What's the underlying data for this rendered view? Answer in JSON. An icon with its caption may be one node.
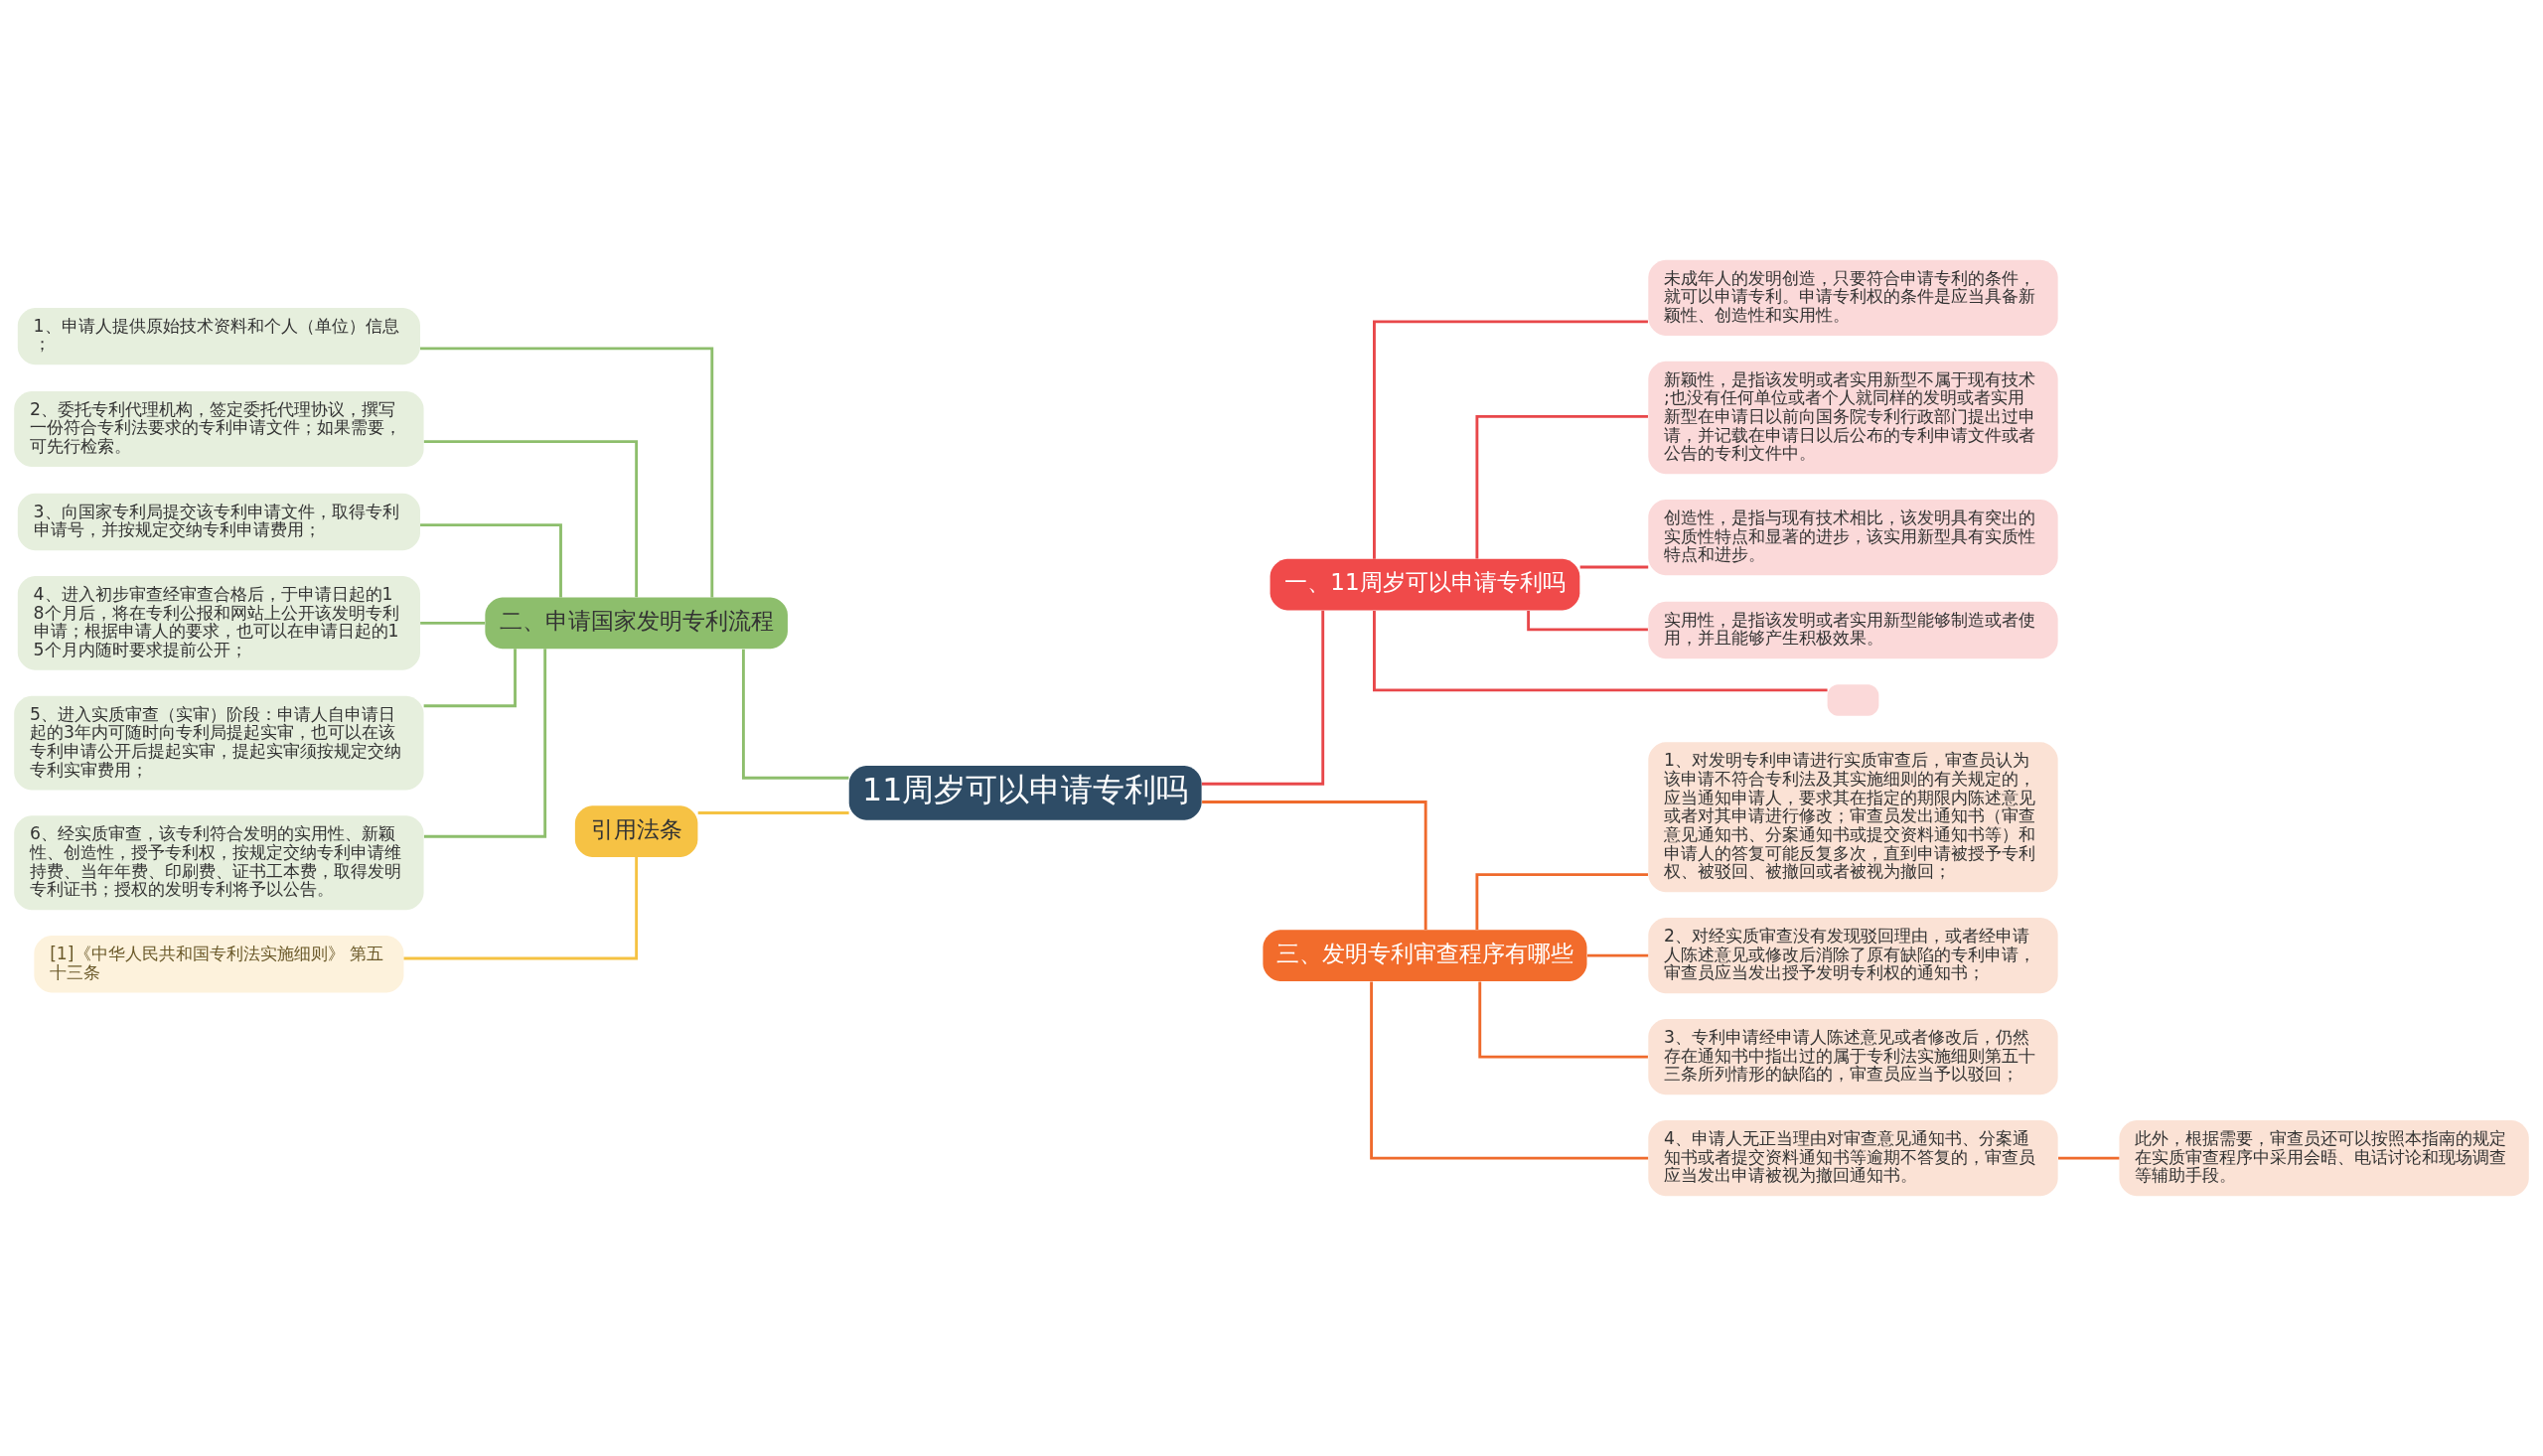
{
  "diagram": {
    "nodes": [
      {
        "text": [
          "11周岁可以申请专利吗"
        ]
      },
      {
        "text": [
          "一、11周岁可以申请专利吗"
        ]
      },
      {
        "text": [
          "未成年人的发明创造，只要符合申请专利的条件，就可以申请专利。申请专利权的条件是应当具备新颖性、创造性和实用性。"
        ]
      },
      {
        "text": [
          "新颖性，是指该发明或者实用新型不属于现有技术;也没有任何单位或者个人就同样的发明或者实用新型在申请日以前向国务院专利行政部门提出过申请，并记载在申请日以后公布的专利申请文件或者公告的专利文件中。"
        ]
      },
      {
        "text": [
          "创造性，是指与现有技术相比，该发明具有突出的实质性特点和显著的进步，该实用新型具有实质性特点和进步。"
        ]
      },
      {
        "text": [
          "实用性，是指该发明或者实用新型能够制造或者使用，并且能够产生积极效果。"
        ]
      },
      {
        "text": [],
        "shape": "box"
      },
      {
        "text": [
          "二、申请国家发明专利流程"
        ]
      },
      {
        "text": [
          "1、申请人提供原始技术资料和个人（单位）信息；"
        ]
      },
      {
        "text": [
          "2、委托专利代理机构，签定委托代理协议，撰写一份符合专利法要求的专利申请文件；如果需要，可先行检索。"
        ]
      },
      {
        "text": [
          "3、向国家专利局提交该专利申请文件，取得专利申请号，并按规定交纳专利申请费用；"
        ]
      },
      {
        "text": [
          "4、进入初步审查经审查合格后，于申请日起的18个月后，将在专利公报和网站上公开该发明专利申请；根据申请人的要求，也可以在申请日起的15个月内随时要求提前公开；"
        ]
      },
      {
        "text": [
          "5、进入实质审查（实审）阶段：申请人自申请日起的3年内可随时向专利局提起实审，也可以在该专利申请公开后提起实审，提起实审须按规定交纳专利实审费用；"
        ]
      },
      {
        "text": [
          "6、经实质审查，该专利符合发明的实用性、新颖性、创造性，授予专利权，按规定交纳专利申请维持费、当年年费、印刷费、证书工本费，取得发明专利证书；授权的发明专利将予以公告。"
        ]
      },
      {
        "text": [
          "引用法条"
        ]
      },
      {
        "text": [
          "[1]《中华人民共和国专利法实施细则》 第五十三条"
        ]
      },
      {
        "text": [
          "三、发明专利审查程序有哪些"
        ]
      },
      {
        "text": [
          "1、对发明专利申请进行实质审查后，审查员认为该申请不符合专利法及其实施细则的有关规定的，应当通知申请人，要求其在指定的期限内陈述意见或者对其申请进行修改；审查员发出通知书（审查意见通知书、分案通知书或提交资料通知书等）和申请人的答复可能反复多次，直到申请被授予专利权、被驳回、被撤回或者被视为撤回；"
        ]
      },
      {
        "text": [
          "2、对经实质审查没有发现驳回理由，或者经申请人陈述意见或修改后消除了原有缺陷的专利申请，审查员应当发出授予发明专利权的通知书；"
        ]
      },
      {
        "text": [
          "3、专利申请经申请人陈述意见或者修改后，仍然存在通知书中指出过的属于专利法实施细则第五十三条所列情形的缺陷的，审查员应当予以驳回；"
        ]
      },
      {
        "text": [
          "4、申请人无正当理由对审查意见通知书、分案通知书或者提交资料通知书等逾期不答复的，审查员应当发出申请被视为撤回通知书。"
        ]
      },
      {
        "text": [
          "此外，根据需要，审查员还可以按照本指南的规定在实质审查程序中采用会晤、电话讨论和现场调查等辅助手段。"
        ]
      }
    ],
    "edges": [
      {
        "from": 0,
        "to": 1,
        "arrow": "none",
        "color": "#e8474a"
      },
      {
        "from": 1,
        "to": 2,
        "arrow": "none",
        "color": "#e8474a"
      },
      {
        "from": 1,
        "to": 3,
        "arrow": "none",
        "color": "#e8474a"
      },
      {
        "from": 1,
        "to": 4,
        "arrow": "none",
        "color": "#e8474a"
      },
      {
        "from": 1,
        "to": 5,
        "arrow": "none",
        "color": "#e8474a"
      },
      {
        "from": 1,
        "to": 6,
        "arrow": "none",
        "color": "#e8474a"
      },
      {
        "from": 0,
        "to": 7,
        "arrow": "none"
      },
      {
        "from": 7,
        "to": 8,
        "arrow": "none"
      },
      {
        "from": 7,
        "to": 9,
        "arrow": "none"
      },
      {
        "from": 7,
        "to": 10,
        "arrow": "none"
      },
      {
        "from": 7,
        "to": 11,
        "arrow": "none"
      },
      {
        "from": 7,
        "to": 12,
        "arrow": "none"
      },
      {
        "from": 7,
        "to": 13,
        "arrow": "none"
      },
      {
        "from": 0,
        "to": 14,
        "arrow": "none",
        "color": "#f5c242"
      },
      {
        "from": 14,
        "to": 15,
        "arrow": "none",
        "color": "#f5c242"
      },
      {
        "from": 0,
        "to": 16,
        "arrow": "none",
        "color": "#ef6a2c"
      },
      {
        "from": 16,
        "to": 17,
        "arrow": "none",
        "color": "#ef6a2c"
      },
      {
        "from": 16,
        "to": 18,
        "arrow": "none",
        "color": "#ef6a2c"
      },
      {
        "from": 16,
        "to": 19,
        "arrow": "none",
        "color": "#ef6a2c"
      },
      {
        "from": 16,
        "to": 20,
        "arrow": "none",
        "color": "#ef6a2c"
      },
      {
        "from": 20,
        "to": 21,
        "arrow": "none",
        "color": "#ef6a2c"
      }
    ]
  }
}
